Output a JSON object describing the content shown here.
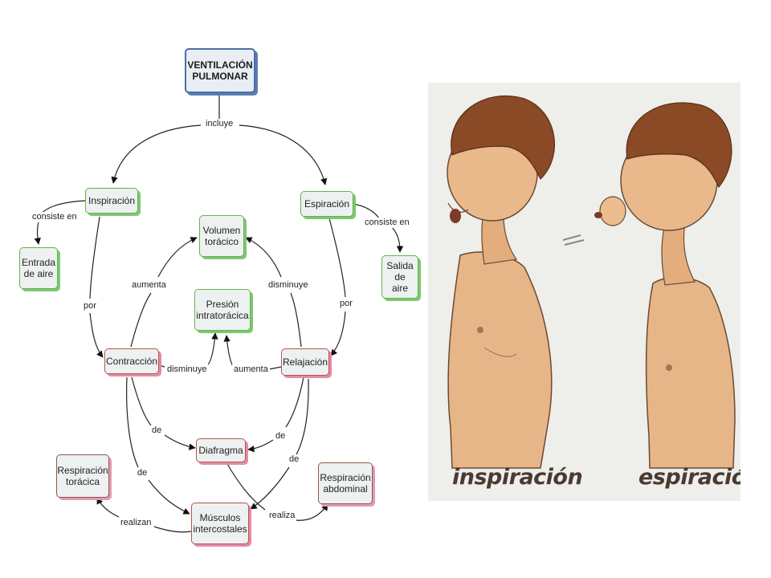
{
  "concept_map": {
    "title": "VENTILACIÓN\nPULMONAR",
    "nodes": {
      "inspiracion": "Inspiración",
      "espiracion": "Espiración",
      "entrada_aire": "Entrada\nde aire",
      "salida_aire": "Salida\nde aire",
      "volumen": "Volumen\ntorácico",
      "presion": "Presión\nintratorácica",
      "contraccion": "Contracción",
      "relajacion": "Relajación",
      "diafragma": "Diafragma",
      "resp_toracica": "Respiración\ntorácica",
      "resp_abdominal": "Respiración\nabdominal",
      "musculos": "Músculos\nintercostales"
    },
    "links": {
      "incluye": "incluye",
      "consiste_en_left": "consiste en",
      "consiste_en_right": "consiste en",
      "por_left": "por",
      "por_right": "por",
      "aumenta_vol": "aumenta",
      "disminuye_vol": "disminuye",
      "disminuye_pres": "disminuye",
      "aumenta_pres": "aumenta",
      "de_contr_diaf": "de",
      "de_rel_diaf": "de",
      "de_contr_musc": "de",
      "de_rel_musc": "de",
      "realizan": "realizan",
      "realiza": "realiza"
    }
  },
  "illustration": {
    "caption_left": "inspiración",
    "caption_right": "espiración"
  }
}
